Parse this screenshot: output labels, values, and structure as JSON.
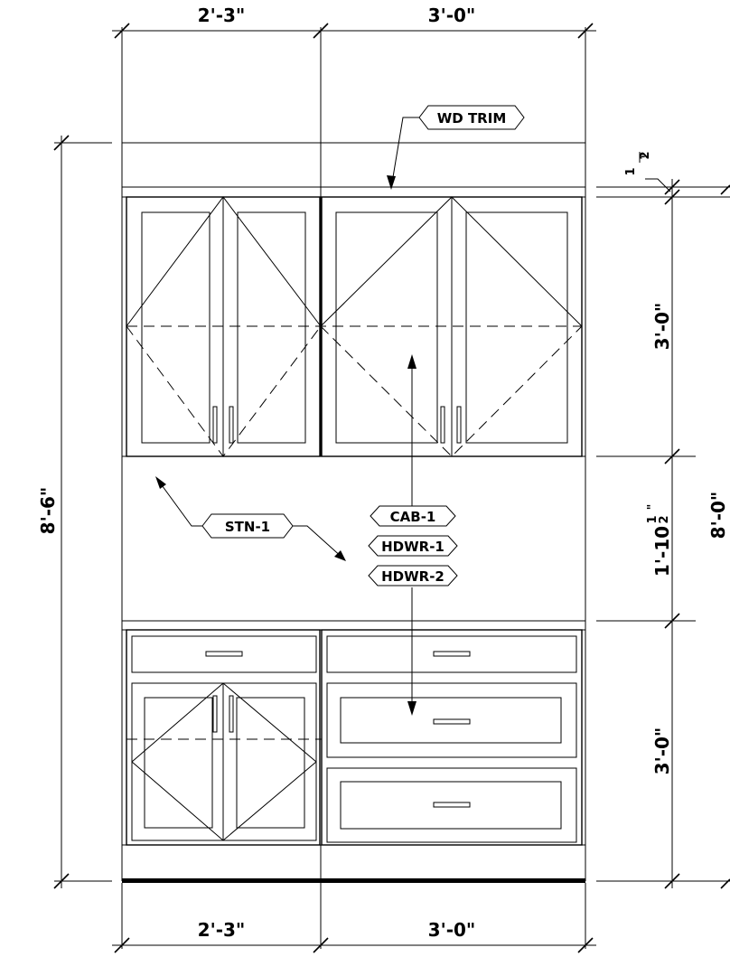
{
  "dimensions": {
    "top_left": "2'-3\"",
    "top_right": "3'-0\"",
    "bottom_left": "2'-3\"",
    "bottom_right": "3'-0\"",
    "overall_height": "8'-6\"",
    "right_overall": "8'-0\"",
    "trim_frac_num": "1",
    "trim_frac_den": "2",
    "trim_frac_mark": "\"",
    "upper_cab": "3'-0\"",
    "backsplash_main": "1'-10",
    "backsplash_num": "1",
    "backsplash_den": "2",
    "backsplash_mark": "\"",
    "lower_cab": "3'-0\""
  },
  "tags": {
    "wd_trim": "WD TRIM",
    "stn": "STN-1",
    "cab": "CAB-1",
    "hdwr1": "HDWR-1",
    "hdwr2": "HDWR-2"
  }
}
